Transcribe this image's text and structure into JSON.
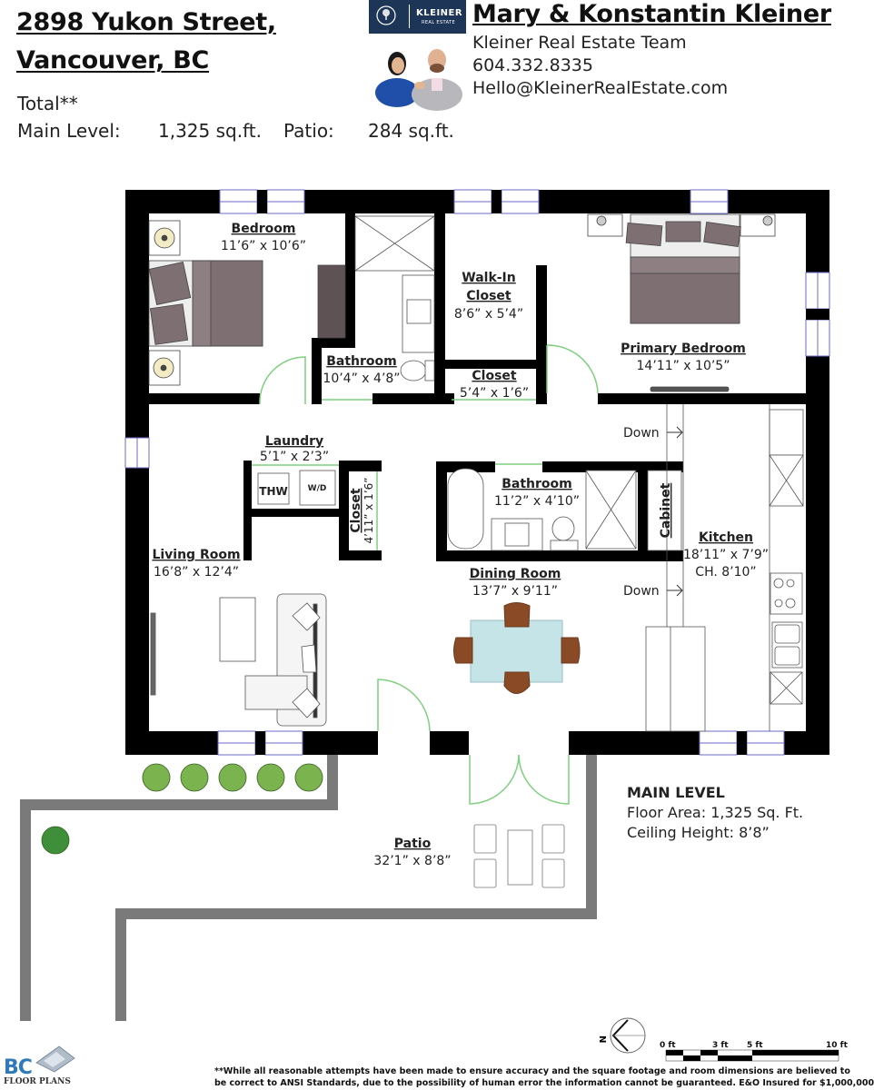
{
  "header": {
    "address_line1": "2898 Yukon Street,",
    "address_line2": "Vancouver, BC",
    "total_label": "Total**",
    "main_level_label": "Main Level:",
    "main_level_value": "1,325 sq.ft.",
    "patio_label": "Patio:",
    "patio_value": "284 sq.ft."
  },
  "agent": {
    "logo_brand": "KLEINER",
    "logo_sub": "REAL ESTATE",
    "name": "Mary & Konstantin Kleiner",
    "team": "Kleiner Real Estate Team",
    "phone": "604.332.8335",
    "email": "Hello@KleinerRealEstate.com",
    "brand_color": "#1d3557"
  },
  "rooms": [
    {
      "name": "Bedroom",
      "dims": "11’6” x 10’6”"
    },
    {
      "name": "Bathroom",
      "dims": "10’4” x 4’8”"
    },
    {
      "name": "Walk-In",
      "name2": "Closet",
      "dims": "8’6” x 5’4”"
    },
    {
      "name": "Closet",
      "dims": "5’4” x 1’6”"
    },
    {
      "name": "Primary Bedroom",
      "dims": "14’11” x 10’5”"
    },
    {
      "name": "Laundry",
      "dims": "5’1” x 2’3”"
    },
    {
      "name": "Closet",
      "dims": "4’11” x 1’6”"
    },
    {
      "name": "Living Room",
      "dims": "16’8” x 12’4”"
    },
    {
      "name": "Bathroom",
      "dims": "11’2” x 4’10”"
    },
    {
      "name": "Cabinet"
    },
    {
      "name": "Kitchen",
      "dims": "18’11” x 7’9”",
      "extra": "CH. 8’10”"
    },
    {
      "name": "Dining Room",
      "dims": "13’7” x 9’11”"
    },
    {
      "name": "Patio",
      "dims": "32’1” x 8’8”"
    }
  ],
  "fixtures": {
    "thw": "THW",
    "wd": "W/D",
    "stairs_down_1": "Down",
    "stairs_down_2": "Down"
  },
  "level_info": {
    "title": "MAIN LEVEL",
    "floor_area": "Floor Area: 1,325 Sq. Ft.",
    "ceiling": "Ceiling Height: 8’8”"
  },
  "compass": {
    "north_label": "N",
    "icon": "compass-icon"
  },
  "scale_bar": {
    "labels": [
      "0 ft",
      "3 ft",
      "5 ft",
      "10 ft"
    ]
  },
  "footer": {
    "logo_bc": "BC",
    "logo_text": "FLOOR PLANS",
    "disclaimer_line1": "**While all reasonable attempts have been made to ensure accuracy and the square footage and room dimensions are believed to",
    "disclaimer_line2": "be correct to ANSI Standards, due to the possibility of human error the information cannot be guaranteed. E&O Insured for $1,000,000"
  },
  "colors": {
    "wall": "#000000",
    "patio_wall": "#7a7a7a",
    "door_swing": "#7ed07e",
    "window": "#6b6bc9",
    "furniture": "#7d6f72",
    "plant": "#6aa84f"
  }
}
